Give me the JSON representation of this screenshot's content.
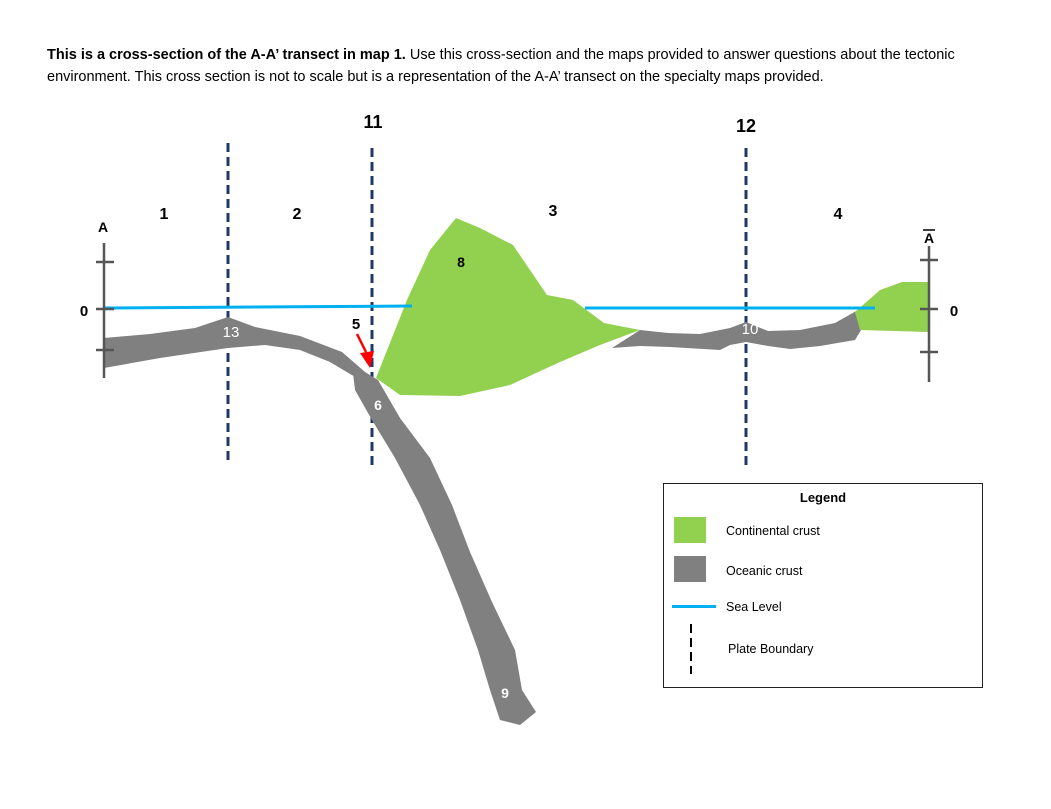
{
  "intro": {
    "bold": "This is a cross-section of the A-A’ transect in map 1.",
    "rest": " Use this cross-section and the maps provided to answer questions about the tectonic environment.  This cross section is not to scale but is a representation of the A-A’ transect on the specialty maps provided."
  },
  "labels": {
    "n1": "1",
    "n2": "2",
    "n3": "3",
    "n4": "4",
    "n5": "5",
    "n6": "6",
    "n8": "8",
    "n9": "9",
    "n10": "10",
    "n11": "11",
    "n12": "12",
    "n13": "13",
    "a_left": "A",
    "a_right": "A",
    "zero_left": "0",
    "zero_right": "0"
  },
  "legend": {
    "title": "Legend",
    "items": [
      {
        "label": "Continental crust",
        "color": "#92d050"
      },
      {
        "label": "Oceanic crust",
        "color": "#808080"
      },
      {
        "label": "Sea Level",
        "color": "#00b0f0"
      },
      {
        "label": "Plate Boundary",
        "color": "#1f3864"
      }
    ]
  },
  "colors": {
    "continental": "#92d050",
    "oceanic": "#808080",
    "sea_level": "#00b0f0",
    "boundary": "#1f3864",
    "arrow": "#ff0000"
  }
}
